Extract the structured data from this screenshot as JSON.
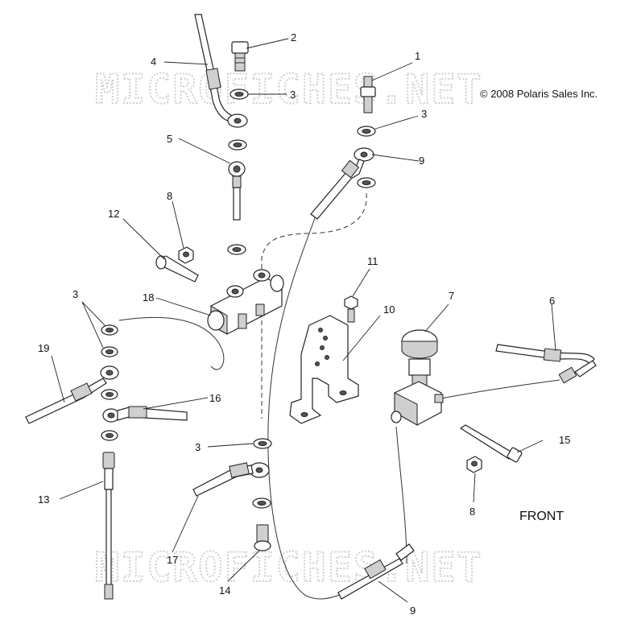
{
  "watermark": "MICROFICHES.NET",
  "copyright": "© 2008 Polaris Sales Inc.",
  "front_label": "FRONT",
  "callouts": [
    "1",
    "2",
    "3",
    "3",
    "3",
    "3",
    "4",
    "5",
    "6",
    "7",
    "8",
    "8",
    "9",
    "9",
    "10",
    "11",
    "12",
    "13",
    "14",
    "15",
    "16",
    "17",
    "18",
    "19"
  ]
}
